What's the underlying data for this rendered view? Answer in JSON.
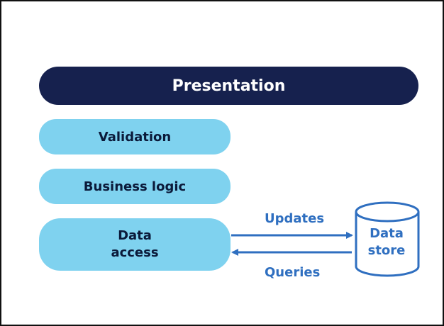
{
  "layers": {
    "presentation": "Presentation",
    "validation": "Validation",
    "business_logic": "Business logic",
    "data_access": "Data\naccess"
  },
  "arrows": {
    "updates": "Updates",
    "queries": "Queries"
  },
  "data_store": {
    "label": "Data\nstore"
  },
  "colors": {
    "presentation_fill": "#16214e",
    "layer_fill": "#7fd2ef",
    "accent_blue": "#2f6fc0",
    "cylinder_fill": "#ffffff"
  }
}
